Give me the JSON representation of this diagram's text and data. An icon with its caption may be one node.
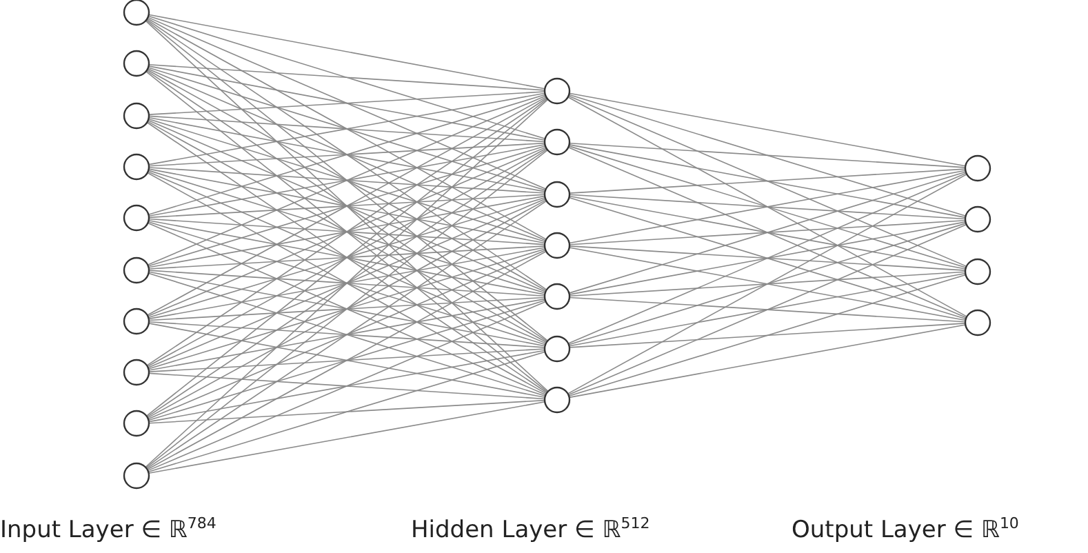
{
  "diagram": {
    "nodes": [
      {
        "text": [],
        "shape": "circle"
      },
      {
        "text": [],
        "shape": "circle"
      },
      {
        "text": [],
        "shape": "circle"
      },
      {
        "text": [],
        "shape": "circle"
      },
      {
        "text": [],
        "shape": "circle"
      },
      {
        "text": [],
        "shape": "circle"
      },
      {
        "text": [],
        "shape": "circle"
      },
      {
        "text": [],
        "shape": "circle"
      },
      {
        "text": [],
        "shape": "circle"
      },
      {
        "text": [],
        "shape": "circle"
      },
      {
        "text": [],
        "shape": "circle"
      },
      {
        "text": [],
        "shape": "circle"
      },
      {
        "text": [],
        "shape": "circle"
      },
      {
        "text": [],
        "shape": "circle"
      },
      {
        "text": [],
        "shape": "circle"
      },
      {
        "text": [],
        "shape": "circle"
      },
      {
        "text": [],
        "shape": "circle"
      },
      {
        "text": [],
        "shape": "circle"
      },
      {
        "text": [],
        "shape": "circle"
      },
      {
        "text": [],
        "shape": "circle"
      },
      {
        "text": [],
        "shape": "circle"
      }
    ],
    "edges": [
      {
        "from": 0,
        "to": 10,
        "arrow": "none"
      },
      {
        "from": 0,
        "to": 11,
        "arrow": "none"
      },
      {
        "from": 0,
        "to": 12,
        "arrow": "none"
      },
      {
        "from": 0,
        "to": 13,
        "arrow": "none"
      },
      {
        "from": 0,
        "to": 14,
        "arrow": "none"
      },
      {
        "from": 0,
        "to": 15,
        "arrow": "none"
      },
      {
        "from": 0,
        "to": 16,
        "arrow": "none"
      },
      {
        "from": 1,
        "to": 10,
        "arrow": "none"
      },
      {
        "from": 1,
        "to": 11,
        "arrow": "none"
      },
      {
        "from": 1,
        "to": 12,
        "arrow": "none"
      },
      {
        "from": 1,
        "to": 13,
        "arrow": "none"
      },
      {
        "from": 1,
        "to": 14,
        "arrow": "none"
      },
      {
        "from": 1,
        "to": 15,
        "arrow": "none"
      },
      {
        "from": 1,
        "to": 16,
        "arrow": "none"
      },
      {
        "from": 2,
        "to": 10,
        "arrow": "none"
      },
      {
        "from": 2,
        "to": 11,
        "arrow": "none"
      },
      {
        "from": 2,
        "to": 12,
        "arrow": "none"
      },
      {
        "from": 2,
        "to": 13,
        "arrow": "none"
      },
      {
        "from": 2,
        "to": 14,
        "arrow": "none"
      },
      {
        "from": 2,
        "to": 15,
        "arrow": "none"
      },
      {
        "from": 2,
        "to": 16,
        "arrow": "none"
      },
      {
        "from": 3,
        "to": 10,
        "arrow": "none"
      },
      {
        "from": 3,
        "to": 11,
        "arrow": "none"
      },
      {
        "from": 3,
        "to": 12,
        "arrow": "none"
      },
      {
        "from": 3,
        "to": 13,
        "arrow": "none"
      },
      {
        "from": 3,
        "to": 14,
        "arrow": "none"
      },
      {
        "from": 3,
        "to": 15,
        "arrow": "none"
      },
      {
        "from": 3,
        "to": 16,
        "arrow": "none"
      },
      {
        "from": 4,
        "to": 10,
        "arrow": "none"
      },
      {
        "from": 4,
        "to": 11,
        "arrow": "none"
      },
      {
        "from": 4,
        "to": 12,
        "arrow": "none"
      },
      {
        "from": 4,
        "to": 13,
        "arrow": "none"
      },
      {
        "from": 4,
        "to": 14,
        "arrow": "none"
      },
      {
        "from": 4,
        "to": 15,
        "arrow": "none"
      },
      {
        "from": 4,
        "to": 16,
        "arrow": "none"
      },
      {
        "from": 5,
        "to": 10,
        "arrow": "none"
      },
      {
        "from": 5,
        "to": 11,
        "arrow": "none"
      },
      {
        "from": 5,
        "to": 12,
        "arrow": "none"
      },
      {
        "from": 5,
        "to": 13,
        "arrow": "none"
      },
      {
        "from": 5,
        "to": 14,
        "arrow": "none"
      },
      {
        "from": 5,
        "to": 15,
        "arrow": "none"
      },
      {
        "from": 5,
        "to": 16,
        "arrow": "none"
      },
      {
        "from": 6,
        "to": 10,
        "arrow": "none"
      },
      {
        "from": 6,
        "to": 11,
        "arrow": "none"
      },
      {
        "from": 6,
        "to": 12,
        "arrow": "none"
      },
      {
        "from": 6,
        "to": 13,
        "arrow": "none"
      },
      {
        "from": 6,
        "to": 14,
        "arrow": "none"
      },
      {
        "from": 6,
        "to": 15,
        "arrow": "none"
      },
      {
        "from": 6,
        "to": 16,
        "arrow": "none"
      },
      {
        "from": 7,
        "to": 10,
        "arrow": "none"
      },
      {
        "from": 7,
        "to": 11,
        "arrow": "none"
      },
      {
        "from": 7,
        "to": 12,
        "arrow": "none"
      },
      {
        "from": 7,
        "to": 13,
        "arrow": "none"
      },
      {
        "from": 7,
        "to": 14,
        "arrow": "none"
      },
      {
        "from": 7,
        "to": 15,
        "arrow": "none"
      },
      {
        "from": 7,
        "to": 16,
        "arrow": "none"
      },
      {
        "from": 8,
        "to": 10,
        "arrow": "none"
      },
      {
        "from": 8,
        "to": 11,
        "arrow": "none"
      },
      {
        "from": 8,
        "to": 12,
        "arrow": "none"
      },
      {
        "from": 8,
        "to": 13,
        "arrow": "none"
      },
      {
        "from": 8,
        "to": 14,
        "arrow": "none"
      },
      {
        "from": 8,
        "to": 15,
        "arrow": "none"
      },
      {
        "from": 8,
        "to": 16,
        "arrow": "none"
      },
      {
        "from": 9,
        "to": 10,
        "arrow": "none"
      },
      {
        "from": 9,
        "to": 11,
        "arrow": "none"
      },
      {
        "from": 9,
        "to": 12,
        "arrow": "none"
      },
      {
        "from": 9,
        "to": 13,
        "arrow": "none"
      },
      {
        "from": 9,
        "to": 14,
        "arrow": "none"
      },
      {
        "from": 9,
        "to": 15,
        "arrow": "none"
      },
      {
        "from": 9,
        "to": 16,
        "arrow": "none"
      },
      {
        "from": 10,
        "to": 17,
        "arrow": "none"
      },
      {
        "from": 10,
        "to": 18,
        "arrow": "none"
      },
      {
        "from": 10,
        "to": 19,
        "arrow": "none"
      },
      {
        "from": 10,
        "to": 20,
        "arrow": "none"
      },
      {
        "from": 11,
        "to": 17,
        "arrow": "none"
      },
      {
        "from": 11,
        "to": 18,
        "arrow": "none"
      },
      {
        "from": 11,
        "to": 19,
        "arrow": "none"
      },
      {
        "from": 11,
        "to": 20,
        "arrow": "none"
      },
      {
        "from": 12,
        "to": 17,
        "arrow": "none"
      },
      {
        "from": 12,
        "to": 18,
        "arrow": "none"
      },
      {
        "from": 12,
        "to": 19,
        "arrow": "none"
      },
      {
        "from": 12,
        "to": 20,
        "arrow": "none"
      },
      {
        "from": 13,
        "to": 17,
        "arrow": "none"
      },
      {
        "from": 13,
        "to": 18,
        "arrow": "none"
      },
      {
        "from": 13,
        "to": 19,
        "arrow": "none"
      },
      {
        "from": 13,
        "to": 20,
        "arrow": "none"
      },
      {
        "from": 14,
        "to": 17,
        "arrow": "none"
      },
      {
        "from": 14,
        "to": 18,
        "arrow": "none"
      },
      {
        "from": 14,
        "to": 19,
        "arrow": "none"
      },
      {
        "from": 14,
        "to": 20,
        "arrow": "none"
      },
      {
        "from": 15,
        "to": 17,
        "arrow": "none"
      },
      {
        "from": 15,
        "to": 18,
        "arrow": "none"
      },
      {
        "from": 15,
        "to": 19,
        "arrow": "none"
      },
      {
        "from": 15,
        "to": 20,
        "arrow": "none"
      },
      {
        "from": 16,
        "to": 17,
        "arrow": "none"
      },
      {
        "from": 16,
        "to": 18,
        "arrow": "none"
      },
      {
        "from": 16,
        "to": 19,
        "arrow": "none"
      },
      {
        "from": 16,
        "to": 20,
        "arrow": "none"
      }
    ],
    "labels": [
      "Input Layer ∈ ℝ$^{784}$",
      "Hidden Layer ∈ ℝ$^{512}$",
      "Output Layer ∈ ℝ$^{10}$"
    ]
  }
}
